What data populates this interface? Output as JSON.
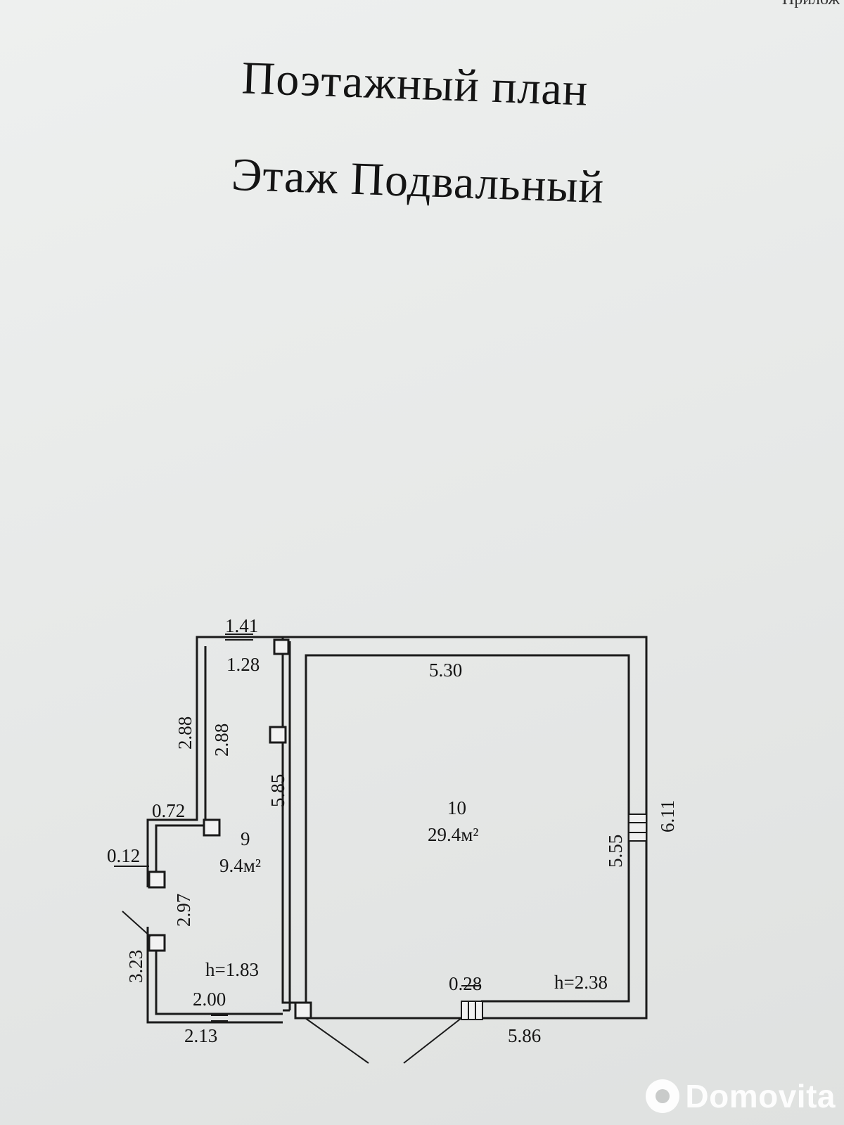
{
  "corner_note": "Прилож",
  "title_line1": "Поэтажный план",
  "title_line2": "Этаж Подвальный",
  "rooms": {
    "room9": {
      "number": "9",
      "area": "9.4м²",
      "height": "h=1.83"
    },
    "room10": {
      "number": "10",
      "area": "29.4м²",
      "height": "h=2.38"
    }
  },
  "dimensions": {
    "d_141": "1.41",
    "d_128": "1.28",
    "d_530": "5.30",
    "d_288_outer": "2.88",
    "d_288_inner": "2.88",
    "d_585": "5.85",
    "d_072": "0.72",
    "d_012": "0.12",
    "d_297": "2.97",
    "d_323": "3.23",
    "d_200": "2.00",
    "d_213": "2.13",
    "d_611": "6.11",
    "d_555": "5.55",
    "d_028": "0.28",
    "d_586": "5.86"
  },
  "watermark": "Domovita"
}
